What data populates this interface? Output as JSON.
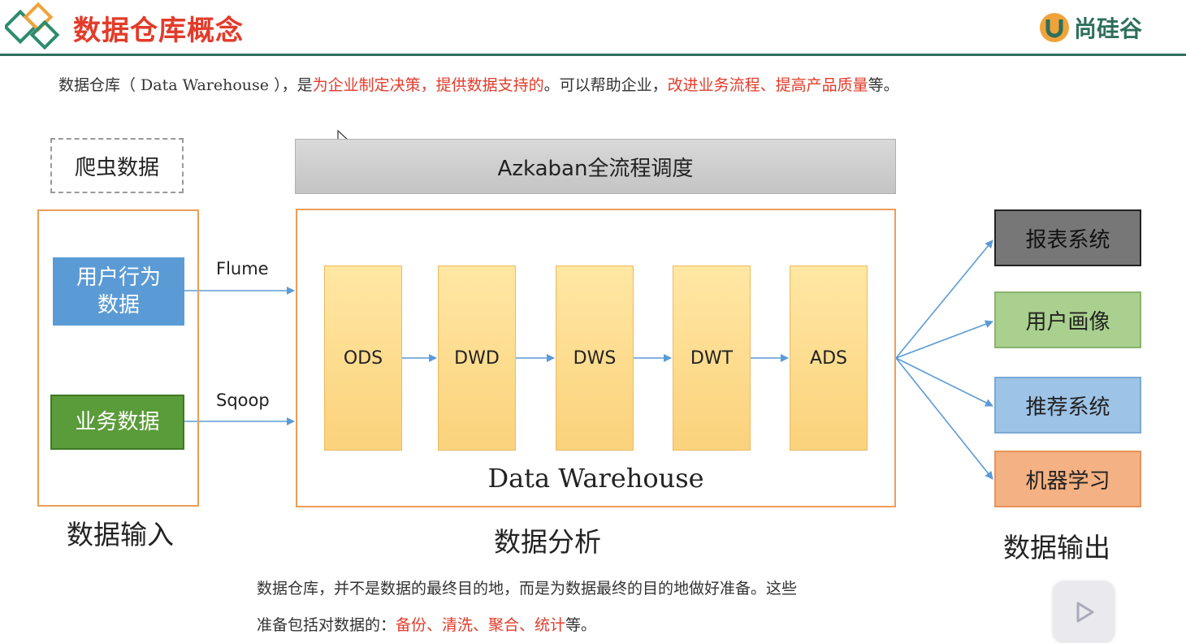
{
  "header": {
    "title": "数据仓库概念",
    "logo_text": "尚硅谷"
  },
  "intro": {
    "part1": "数据仓库（ Data Warehouse ），是",
    "part2_red": "为企业制定决策，提供数据支持的",
    "part3": "。可以帮助企业，",
    "part4_red": "改进业务流程、提高产品质量",
    "part5": "等。"
  },
  "diagram": {
    "crawler": "爬虫数据",
    "scheduler": "Azkaban全流程调度",
    "sources": [
      {
        "label": "用户行为数据",
        "line1": "用户行为",
        "line2": "数据"
      },
      {
        "label": "业务数据"
      }
    ],
    "edges": {
      "flume": "Flume",
      "sqoop": "Sqoop"
    },
    "layers": [
      "ODS",
      "DWD",
      "DWS",
      "DWT",
      "ADS"
    ],
    "dw_caption": "Data Warehouse",
    "outputs": [
      "报表系统",
      "用户画像",
      "推荐系统",
      "机器学习"
    ],
    "section_labels": {
      "input": "数据输入",
      "analysis": "数据分析",
      "output": "数据输出"
    },
    "colors": {
      "frame": "#ed9d58",
      "arrow": "#5b9bd5",
      "user_source": "#5b9bd5",
      "biz_source": "#5a9b3a",
      "out_report": "#777777",
      "out_profile": "#a9d08e",
      "out_recommend": "#9dc3e6",
      "out_ml": "#f4b183"
    }
  },
  "footer": {
    "line1": "数据仓库，并不是数据的最终目的地，而是为数据最终的目的地做好准备。这些",
    "line2_prefix": "准备包括对数据的：",
    "line2_red": "备份、清洗、聚合、统计",
    "line2_suffix": "等。"
  },
  "player": {
    "icon": "play-icon"
  }
}
